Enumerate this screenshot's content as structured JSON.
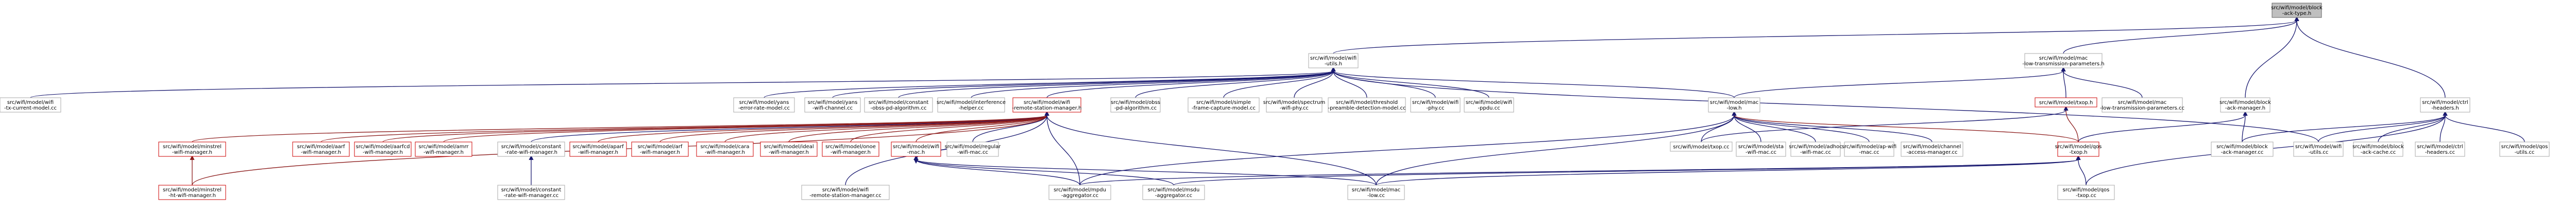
{
  "colors": {
    "edge": "#191970",
    "edge_red": "#8b1a1a",
    "node_border": "#a8a8a8",
    "node_border_red": "#cc0000",
    "root_fill": "#bfbfbf"
  },
  "nodes": [
    {
      "id": "n0",
      "lines": [
        "src/wifi/model/block",
        "-ack-type.h"
      ],
      "root": true
    },
    {
      "id": "n1",
      "lines": [
        "src/wifi/model/wifi",
        "-utils.h"
      ]
    },
    {
      "id": "n2",
      "lines": [
        "src/wifi/model/mac",
        "-low-transmission-parameters.h"
      ]
    },
    {
      "id": "n3",
      "lines": [
        "src/wifi/model/block",
        "-ack-manager.h"
      ]
    },
    {
      "id": "n4",
      "lines": [
        "src/wifi/model/ctrl",
        "-headers.h"
      ]
    },
    {
      "id": "n5",
      "lines": [
        "src/wifi/model/wifi",
        "-tx-current-model.cc"
      ]
    },
    {
      "id": "n6",
      "lines": [
        "src/wifi/model/yans",
        "-error-rate-model.cc"
      ]
    },
    {
      "id": "n7",
      "lines": [
        "src/wifi/model/yans",
        "-wifi-channel.cc"
      ]
    },
    {
      "id": "n8",
      "lines": [
        "src/wifi/model/constant",
        "-obss-pd-algorithm.cc"
      ]
    },
    {
      "id": "n9",
      "lines": [
        "src/wifi/model/interference",
        "-helper.cc"
      ]
    },
    {
      "id": "n10",
      "lines": [
        "src/wifi/model/wifi",
        "-remote-station-manager.h"
      ],
      "red": true
    },
    {
      "id": "n11",
      "lines": [
        "src/wifi/model/obss",
        "-pd-algorithm.cc"
      ]
    },
    {
      "id": "n12",
      "lines": [
        "src/wifi/model/simple",
        "-frame-capture-model.cc"
      ]
    },
    {
      "id": "n13",
      "lines": [
        "src/wifi/model/spectrum",
        "-wifi-phy.cc"
      ]
    },
    {
      "id": "n14",
      "lines": [
        "src/wifi/model/threshold",
        "-preamble-detection-model.cc"
      ]
    },
    {
      "id": "n15",
      "lines": [
        "src/wifi/model/wifi",
        "-phy.cc"
      ]
    },
    {
      "id": "n16",
      "lines": [
        "src/wifi/model/wifi",
        "-ppdu.cc"
      ]
    },
    {
      "id": "n17",
      "lines": [
        "src/wifi/model/mac",
        "-low.h"
      ]
    },
    {
      "id": "n18",
      "lines": [
        "src/wifi/model/txop.h"
      ],
      "red": true
    },
    {
      "id": "n19",
      "lines": [
        "src/wifi/model/mac",
        "-low-transmission-parameters.cc"
      ]
    },
    {
      "id": "n20",
      "lines": [
        "src/wifi/model/minstrel",
        "-wifi-manager.h"
      ],
      "red": true
    },
    {
      "id": "n21",
      "lines": [
        "src/wifi/model/aarf",
        "-wifi-manager.h"
      ],
      "red": true
    },
    {
      "id": "n22",
      "lines": [
        "src/wifi/model/aarfcd",
        "-wifi-manager.h"
      ],
      "red": true
    },
    {
      "id": "n23",
      "lines": [
        "src/wifi/model/amrr",
        "-wifi-manager.h"
      ],
      "red": true
    },
    {
      "id": "n24",
      "lines": [
        "src/wifi/model/constant",
        "-rate-wifi-manager.h"
      ]
    },
    {
      "id": "n25",
      "lines": [
        "src/wifi/model/aparf",
        "-wifi-manager.h"
      ],
      "red": true
    },
    {
      "id": "n26",
      "lines": [
        "src/wifi/model/arf",
        "-wifi-manager.h"
      ],
      "red": true
    },
    {
      "id": "n27",
      "lines": [
        "src/wifi/model/cara",
        "-wifi-manager.h"
      ],
      "red": true
    },
    {
      "id": "n28",
      "lines": [
        "src/wifi/model/ideal",
        "-wifi-manager.h"
      ],
      "red": true
    },
    {
      "id": "n29",
      "lines": [
        "src/wifi/model/onoe",
        "-wifi-manager.h"
      ],
      "red": true
    },
    {
      "id": "n30",
      "lines": [
        "src/wifi/model/wifi",
        "-mac.h"
      ],
      "red": true
    },
    {
      "id": "n31",
      "lines": [
        "src/wifi/model/regular",
        "-wifi-mac.cc"
      ]
    },
    {
      "id": "n32",
      "lines": [
        "src/wifi/model/txop.cc"
      ]
    },
    {
      "id": "n33",
      "lines": [
        "src/wifi/model/sta",
        "-wifi-mac.cc"
      ]
    },
    {
      "id": "n34",
      "lines": [
        "src/wifi/model/adhoc",
        "-wifi-mac.cc"
      ]
    },
    {
      "id": "n35",
      "lines": [
        "src/wifi/model/ap-wifi",
        "-mac.cc"
      ]
    },
    {
      "id": "n36",
      "lines": [
        "src/wifi/model/channel",
        "-access-manager.cc"
      ]
    },
    {
      "id": "n37",
      "lines": [
        "src/wifi/model/qos",
        "-txop.h"
      ],
      "red": true
    },
    {
      "id": "n38",
      "lines": [
        "src/wifi/model/block",
        "-ack-manager.cc"
      ]
    },
    {
      "id": "n39",
      "lines": [
        "src/wifi/model/wifi",
        "-utils.cc"
      ]
    },
    {
      "id": "n40",
      "lines": [
        "src/wifi/model/block",
        "-ack-cache.cc"
      ]
    },
    {
      "id": "n41",
      "lines": [
        "src/wifi/model/ctrl",
        "-headers.cc"
      ]
    },
    {
      "id": "n42",
      "lines": [
        "src/wifi/model/qos",
        "-utils.cc"
      ]
    },
    {
      "id": "n43",
      "lines": [
        "src/wifi/model/minstrel",
        "-ht-wifi-manager.h"
      ],
      "red": true
    },
    {
      "id": "n44",
      "lines": [
        "src/wifi/model/constant",
        "-rate-wifi-manager.cc"
      ]
    },
    {
      "id": "n45",
      "lines": [
        "src/wifi/model/wifi",
        "-remote-station-manager.cc"
      ]
    },
    {
      "id": "n46",
      "lines": [
        "src/wifi/model/mpdu",
        "-aggregator.cc"
      ]
    },
    {
      "id": "n47",
      "lines": [
        "src/wifi/model/msdu",
        "-aggregator.cc"
      ]
    },
    {
      "id": "n48",
      "lines": [
        "src/wifi/model/mac",
        "-low.cc"
      ]
    },
    {
      "id": "n49",
      "lines": [
        "src/wifi/model/qos",
        "-txop.cc"
      ]
    }
  ]
}
